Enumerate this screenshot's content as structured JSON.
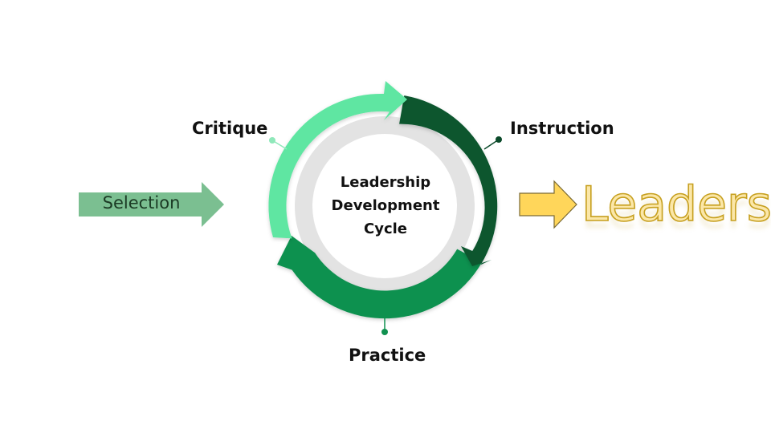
{
  "diagram": {
    "center": {
      "lines": [
        "Leadership",
        "Development",
        "Cycle"
      ]
    },
    "stages": {
      "critique": "Critique",
      "instruction": "Instruction",
      "practice": "Practice"
    },
    "input_label": "Selection",
    "output_label": "Leaders",
    "colors": {
      "critique_arc": "#5fe6a2",
      "instruction_arc": "#08572f",
      "practice_arc": "#109150",
      "inner_ring": "#e3e3e3",
      "selection_arrow": "#7bbf91",
      "output_arrow": "#ffd65a",
      "output_text": "#fbe7a8"
    }
  }
}
